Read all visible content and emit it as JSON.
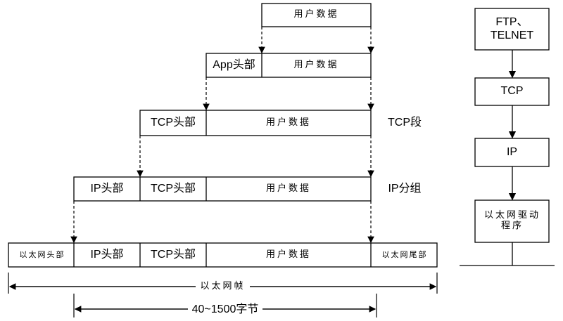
{
  "rows": {
    "row1": {
      "data": "用户数据"
    },
    "row2": {
      "app_header": "App头部",
      "data": "用户数据"
    },
    "row3": {
      "tcp_header": "TCP头部",
      "data": "用户数据",
      "label": "TCP段"
    },
    "row4": {
      "ip_header": "IP头部",
      "tcp_header": "TCP头部",
      "data": "用户数据",
      "label": "IP分组"
    },
    "row5": {
      "eth_header": "以太网头部",
      "ip_header": "IP头部",
      "tcp_header": "TCP头部",
      "data": "用户数据",
      "eth_trailer": "以太网尾部"
    }
  },
  "dimensions": {
    "frame": "以太网帧",
    "payload": "40~1500字节"
  },
  "stack": [
    "FTP、TELNET",
    "TCP",
    "IP",
    "以太网驱动程序"
  ]
}
